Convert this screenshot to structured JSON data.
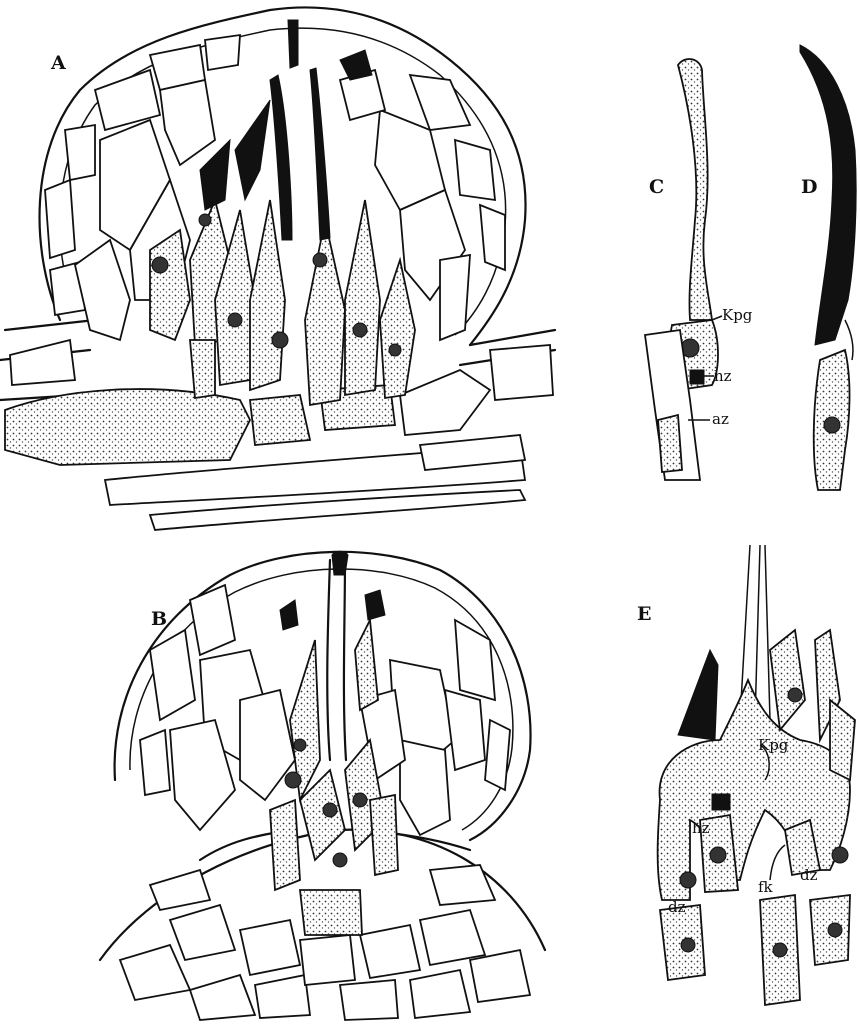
{
  "panels": {
    "A": {
      "label": "A"
    },
    "B": {
      "label": "B"
    },
    "C": {
      "label": "C",
      "annotations": [
        "Kpg",
        "hz",
        "az"
      ]
    },
    "D": {
      "label": "D"
    },
    "E": {
      "label": "E",
      "annotations": [
        "Kpg",
        "hz",
        "fk",
        "dz",
        "dz"
      ]
    }
  },
  "colors": {
    "ink": "#111111",
    "paper": "#ffffff"
  }
}
